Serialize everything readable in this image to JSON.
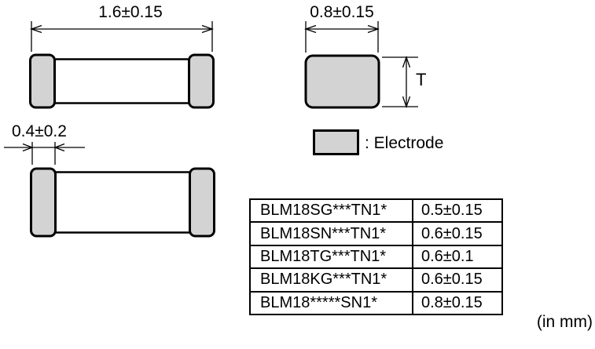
{
  "drawing": {
    "top_view": {
      "length_dim": "1.6±0.15"
    },
    "end_view": {
      "width_dim": "0.8±0.15",
      "thickness_label": "T"
    },
    "bottom_view": {
      "electrode_width_dim": "0.4±0.2"
    },
    "legend": {
      "label": ": Electrode"
    },
    "units_note": "(in mm)"
  },
  "thickness_table": {
    "rows": [
      {
        "part": "BLM18SG***TN1*",
        "thickness": "0.5±0.15"
      },
      {
        "part": "BLM18SN***TN1*",
        "thickness": "0.6±0.15"
      },
      {
        "part": "BLM18TG***TN1*",
        "thickness": "0.6±0.1"
      },
      {
        "part": "BLM18KG***TN1*",
        "thickness": "0.6±0.15"
      },
      {
        "part": "BLM18*****SN1*",
        "thickness": "0.8±0.15"
      }
    ]
  },
  "colors": {
    "electrode_fill": "#d3d3d3",
    "line": "#000000",
    "body_fill": "#ffffff"
  }
}
